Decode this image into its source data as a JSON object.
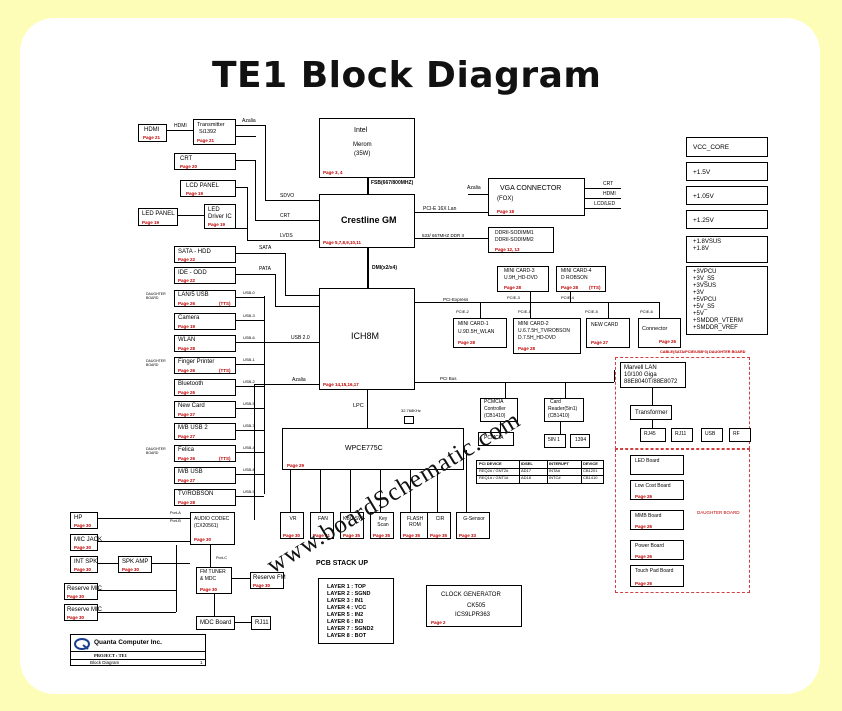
{
  "title": "TE1 Block Diagram",
  "cpu": {
    "name": "Intel",
    "model": "Merom",
    "power": "(35W)",
    "page": "Page 3, 4",
    "bus": "FSB(667/800MHZ)"
  },
  "gmch": {
    "name": "Crestline GM",
    "page": "Page 5,7,8,9,10,11"
  },
  "ich": {
    "name": "ICH8M",
    "page": "Page 14,15,16,17",
    "dmi": "DMI(x2/x4)"
  },
  "vga": {
    "name": "VGA CONNECTOR",
    "sub": "(FOX)",
    "page": "Page 18",
    "azalia": "Azalia",
    "outs": [
      "CRT",
      "HDMI",
      "LCD/LED"
    ],
    "bus": "PCI-E 16X Lan"
  },
  "ddr": {
    "lines": [
      "DDRII-SODIMM1",
      "DDRII-SODIMM2"
    ],
    "page": "Page 12, 13",
    "bus": "533/ 667MHZ DDR II"
  },
  "left_gm": {
    "hdmi": {
      "label": "HDMI",
      "page": "Page 21"
    },
    "hdmi_link": "HDMI",
    "transmitter": {
      "lines": [
        "Transmitter",
        "Si1392"
      ],
      "page": "Page 21",
      "azalia": "Azalia"
    },
    "crt": {
      "label": "CRT",
      "page": "Page 20"
    },
    "lcd": {
      "label": "LCD PANEL",
      "page": "Page 19"
    },
    "led_panel": {
      "label": "LED PANEL",
      "page": "Page 19"
    },
    "led_driver": {
      "lines": [
        "LED",
        "Driver IC"
      ],
      "page": "Page 19"
    },
    "sdvo": "SDVO",
    "crt_link": "CRT",
    "lvds": "LVDS"
  },
  "sata": {
    "hdd": "SATA - HDD",
    "hdd_page": "Page 22",
    "odd": "IDE - ODD",
    "odd_page": "Page 22",
    "bus1": "SATA",
    "bus2": "PATA"
  },
  "usb_devices": [
    {
      "label": "LAN/5 USB",
      "page": "Page 26",
      "tag": "(TTS)",
      "port": "USB-0",
      "note": "DAUGHTER BOARD"
    },
    {
      "label": "Camera",
      "page": "Page 19",
      "tag": "",
      "port": "USB-3",
      "note": ""
    },
    {
      "label": "WLAN",
      "page": "Page 28",
      "tag": "",
      "port": "USB-6",
      "note": ""
    },
    {
      "label": "Finger Printer",
      "page": "Page 26",
      "tag": "(TTS)",
      "port": "USB-1",
      "note": "DAUGHTER BOARD"
    },
    {
      "label": "Bluetooth",
      "page": "Page 26",
      "tag": "",
      "port": "USB-2",
      "note": ""
    },
    {
      "label": "New Card",
      "page": "Page 27",
      "tag": "",
      "port": "USB-5",
      "note": ""
    },
    {
      "label": "M/B USB 2",
      "page": "Page 27",
      "tag": "",
      "port": "USB-7",
      "note": ""
    },
    {
      "label": "Felica",
      "page": "Page 26",
      "tag": "(TTS)",
      "port": "USB-4",
      "note": "DAUGHTER BOARD"
    },
    {
      "label": "M/B USB",
      "page": "Page 27",
      "tag": "",
      "port": "USB-8",
      "note": ""
    },
    {
      "label": "TV/ROBSON",
      "page": "Page 28",
      "tag": "",
      "port": "USB-9",
      "note": ""
    }
  ],
  "usb_bus": "USB 2.0",
  "pcie": {
    "bus": "PCI-Express",
    "mini3": {
      "lines": [
        "MINI CARD-3",
        "U.9H_HD-DVD"
      ],
      "page": "Page 28"
    },
    "mini4": {
      "lines": [
        "MINI CARD-4",
        "D ROBSON"
      ],
      "page": "Page 28",
      "tag": "(TTS)"
    },
    "mini1": {
      "lines": [
        "MINI CARD-1",
        "U.9D.5H_WLAN"
      ],
      "page": "Page 28"
    },
    "mini2": {
      "lines": [
        "MINI CARD-2",
        "U.6.7.5H_TV/ROBSON",
        "D.7.5H_HD-DVD"
      ],
      "page": "Page 28"
    },
    "newcard": {
      "label": "NEW CARD",
      "page": "Page 27"
    },
    "connector": {
      "label": "Connector",
      "page": "Page 26"
    },
    "ports": [
      "PCIE-2",
      "PCIE-3",
      "PCIE-4",
      "PCIE-1",
      "PCIE-5",
      "PCIE-6"
    ],
    "conn_note": "CABLE(SATA/PCIE/USB*3) DAUGHTER BOARD"
  },
  "pci": {
    "bus": "PCI Bus",
    "pcmcia": {
      "lines": [
        "PCMCIA",
        "Controller",
        "(CB1410)"
      ]
    },
    "card_reader": {
      "lines": [
        "Card",
        "Reader(5in1)",
        "(CB1410)"
      ]
    },
    "pcmcia_slot": "PCMCIA",
    "five_in_one": "5IN 1",
    "i1394": "1394"
  },
  "config_table": {
    "headers": [
      "PCI DEVICE",
      "IDSEL",
      "INTERUPT",
      "DEVICE"
    ],
    "rows": [
      [
        "REQ2# / GNT2#",
        "AD17",
        "INTA#",
        "CB1201"
      ],
      [
        "REQ1# / GNT1#",
        "AD18",
        "INTC#",
        "CB1410"
      ]
    ]
  },
  "lpc": {
    "label": "LPC",
    "crystal": "32.768KHz"
  },
  "ec": {
    "name": "WPCE775C",
    "page": "Page 29"
  },
  "ec_peripherals": [
    {
      "label": "VR",
      "page": "Page 30"
    },
    {
      "label": "FAN",
      "page": "Page 31"
    },
    {
      "label": "KBC SW",
      "page": "Page 35"
    },
    {
      "label": "Key Scan",
      "page": "Page 35"
    },
    {
      "label": "FLASH ROM",
      "page": "Page 35"
    },
    {
      "label": "CIR",
      "page": "Page 35"
    },
    {
      "label": "G-Sensor",
      "page": "Page 33"
    }
  ],
  "audio": {
    "codec": {
      "lines": [
        "AUDIO CODEC",
        "(CX20561)"
      ],
      "page": "Page 30"
    },
    "bus": "Azalia",
    "hp": {
      "label": "HP",
      "page": "Page 30"
    },
    "mic": {
      "label": "MIC JACK",
      "page": "Page 30"
    },
    "int_spk": {
      "label": "INT SPK",
      "page": "Page 30"
    },
    "spk_amp": {
      "label": "SPK AMP",
      "page": "Page 30"
    },
    "res_mic1": {
      "label": "Reserve MIC",
      "page": "Page 30"
    },
    "res_mic2": {
      "label": "Reserve MIC",
      "page": "Page 30"
    },
    "port_a": "Port-A",
    "port_b": "Port-B",
    "port_c": "Port-C",
    "fm": {
      "lines": [
        "FM TUNER",
        "& MDC"
      ],
      "page": "Page 30"
    },
    "res_fm": {
      "label": "Reserve FM",
      "page": "Page 30"
    },
    "mdc": {
      "label": "MDC Board",
      "page": "Page 30"
    },
    "rj11": "RJ11"
  },
  "pcb_stack": {
    "title": "PCB STACK UP",
    "layers": [
      "LAYER 1 : TOP",
      "LAYER 2 : SGND",
      "LAYER 3 : IN1",
      "LAYER 4 : VCC",
      "LAYER 5 : IN2",
      "LAYER 6 : IN3",
      "LAYER 7 : SGND2",
      "LAYER 8 : BOT"
    ]
  },
  "clock": {
    "title": "CLOCK GENERATOR",
    "chip": "CK505",
    "part": "ICS9LPR363",
    "page": "Page 2"
  },
  "power_rails": [
    "VCC_CORE",
    "+1.5V",
    "+1.05V",
    "+1.25V",
    "+1.8VSUS",
    "+1.8V",
    "+3VPCU",
    "+3V_S5",
    "+3VSUS",
    "+3V",
    "+5VPCU",
    "+5V_S5",
    "+5V",
    "+SMDDR_VTERM",
    "+SMDDR_VREF"
  ],
  "lan": {
    "name": "Marvell LAN",
    "speed": "10/100 Giga",
    "part": "88E8040T/88E8072",
    "transformer": "Transformer",
    "jacks": [
      "RJ45",
      "RJ11",
      "USB",
      "RF"
    ]
  },
  "daughter": {
    "boards": [
      {
        "label": "LED Board",
        "page": ""
      },
      {
        "label": "Low Cost Board",
        "page": "Page 26"
      },
      {
        "label": "MMB Board",
        "page": "Page 26"
      },
      {
        "label": "Power Board",
        "page": "Page 26"
      },
      {
        "label": "Touch Pad Board",
        "page": "Page 26"
      }
    ],
    "note": "DAUGHTER BOARD"
  },
  "footer": {
    "company": "Quanta Computer Inc.",
    "project_label": "PROJECT : TE1",
    "sheet": "Block Diagram",
    "rev": "1"
  },
  "watermark": "www.boardSchematic.com"
}
